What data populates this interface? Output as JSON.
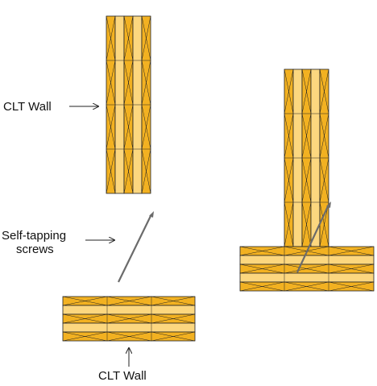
{
  "labels": {
    "clt_wall_top": "CLT Wall",
    "self_tapping_line1": "Self-tapping",
    "self_tapping_line2": "screws",
    "clt_wall_bottom": "CLT Wall"
  },
  "colors": {
    "lamella_dark": "#F2B121",
    "lamella_light": "#FCD77F",
    "outline": "#222222",
    "screw": "#6B6B6B"
  },
  "icons": {
    "arrow_right": "→",
    "arrow_up": "↑"
  }
}
